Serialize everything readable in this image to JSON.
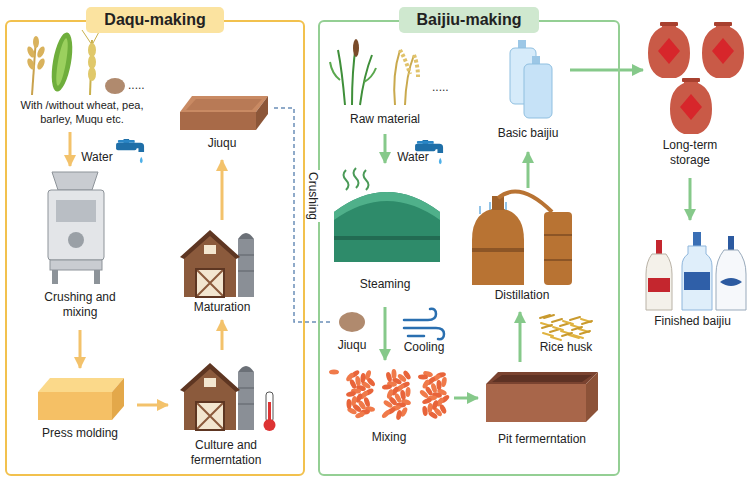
{
  "diagram": {
    "nodes": [
      {
        "text": [
          "Daqu-making"
        ]
      },
      {
        "text": [
          "With /without wheat, pea, barley, Muqu etc."
        ],
        "in": 0
      },
      {
        "text": [
          "Water"
        ],
        "in": 0
      },
      {
        "text": [
          "Crushing and mixing"
        ],
        "in": 0
      },
      {
        "text": [
          "Press molding"
        ],
        "in": 0
      },
      {
        "text": [
          "Culture and fermerntation"
        ],
        "in": 0
      },
      {
        "text": [
          "Maturation"
        ],
        "in": 0
      },
      {
        "text": [
          "Jiuqu"
        ],
        "in": 0
      },
      {
        "text": [
          "Baijiu-making"
        ]
      },
      {
        "text": [
          "Raw material"
        ],
        "in": 8
      },
      {
        "text": [
          "Water"
        ],
        "in": 8
      },
      {
        "text": [
          "Steaming"
        ],
        "in": 8
      },
      {
        "text": [
          "Jiuqu"
        ],
        "in": 8
      },
      {
        "text": [
          "Cooling"
        ],
        "in": 8
      },
      {
        "text": [
          "Mixing"
        ],
        "in": 8
      },
      {
        "text": [
          "Pit fermerntation"
        ],
        "in": 8
      },
      {
        "text": [
          "Rice husk"
        ],
        "in": 8
      },
      {
        "text": [
          "Distillation"
        ],
        "in": 8
      },
      {
        "text": [
          "Basic baijiu"
        ],
        "in": 8
      },
      {
        "text": [
          "Long-term storage"
        ]
      },
      {
        "text": [
          "Finished baijiu"
        ]
      }
    ],
    "edges": [
      {
        "from": 1,
        "to": 3,
        "arrow": "to"
      },
      {
        "from": 3,
        "to": 4,
        "arrow": "to"
      },
      {
        "from": 4,
        "to": 5,
        "arrow": "to"
      },
      {
        "from": 5,
        "to": 6,
        "arrow": "to"
      },
      {
        "from": 6,
        "to": 7,
        "arrow": "to"
      },
      {
        "from": 7,
        "to": 12,
        "label": "Crushing",
        "arrow": "none"
      },
      {
        "from": 9,
        "to": 11,
        "arrow": "to"
      },
      {
        "from": 11,
        "to": 14,
        "arrow": "to"
      },
      {
        "from": 14,
        "to": 15,
        "arrow": "to"
      },
      {
        "from": 15,
        "to": 17,
        "arrow": "to"
      },
      {
        "from": 17,
        "to": 18,
        "arrow": "to"
      },
      {
        "from": 18,
        "to": 19,
        "arrow": "to"
      },
      {
        "from": 19,
        "to": 20,
        "arrow": "to"
      }
    ],
    "labels": [
      ".....",
      "....."
    ]
  }
}
